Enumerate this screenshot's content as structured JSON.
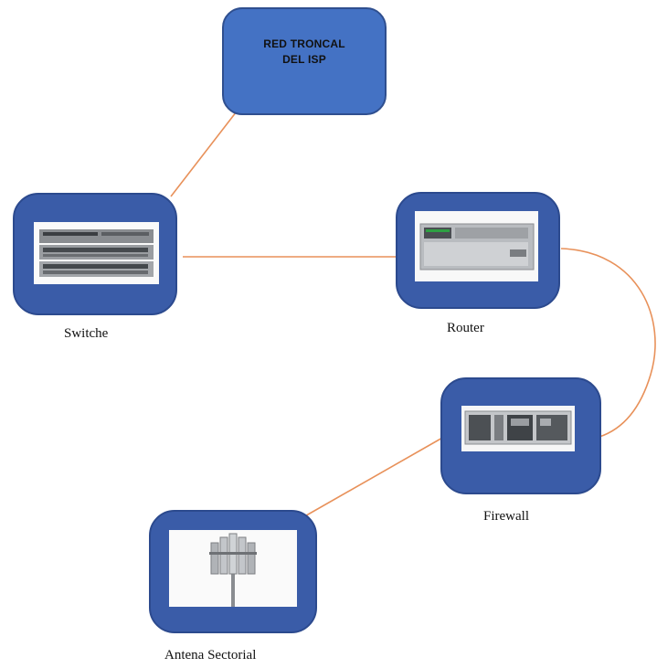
{
  "isp": {
    "line1": "RED TRONCAL",
    "line2": "DEL ISP"
  },
  "nodes": {
    "switch": {
      "label": "Switche",
      "icon": "network-switch-icon"
    },
    "router": {
      "label": "Router",
      "icon": "router-icon"
    },
    "firewall": {
      "label": "Firewall",
      "icon": "firewall-appliance-icon"
    },
    "antenna": {
      "label": "Antena Sectorial",
      "icon": "sector-antenna-icon"
    }
  },
  "colors": {
    "node_fill": "#3a5ca8",
    "isp_fill": "#4472c4",
    "link": "#e8915a"
  }
}
